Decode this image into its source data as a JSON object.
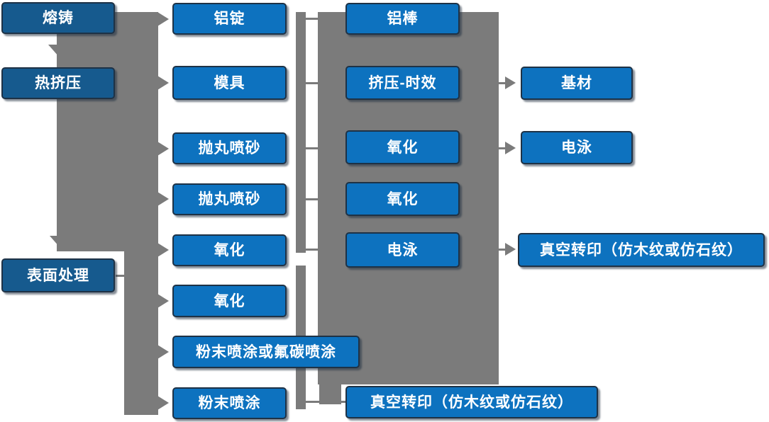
{
  "colors": {
    "box_blue": "#0d72bf",
    "box_dark_blue": "#165a8e",
    "box_border": "#1e3246",
    "connector_gray": "#7b7b7b",
    "text_white": "#ffffff"
  },
  "diagram": {
    "col1": [
      {
        "label": "熔铸"
      },
      {
        "label": "热挤压"
      },
      {
        "label": "表面处理"
      }
    ],
    "col2": [
      {
        "label": "铝锭"
      },
      {
        "label": "模具"
      },
      {
        "label": "抛丸喷砂"
      },
      {
        "label": "抛丸喷砂"
      },
      {
        "label": "氧化"
      },
      {
        "label": "氧化"
      },
      {
        "label": "粉末喷涂或氟碳喷涂"
      },
      {
        "label": "粉末喷涂"
      }
    ],
    "col3": [
      {
        "label": "铝棒"
      },
      {
        "label": "挤压-时效"
      },
      {
        "label": "氧化"
      },
      {
        "label": "氧化"
      },
      {
        "label": "电泳"
      }
    ],
    "col4": [
      {
        "label": "基材"
      },
      {
        "label": "电泳"
      },
      {
        "label": "真空转印（仿木纹或仿石纹）"
      }
    ],
    "bottom": [
      {
        "label": "真空转印（仿木纹或仿石纹）"
      }
    ]
  }
}
